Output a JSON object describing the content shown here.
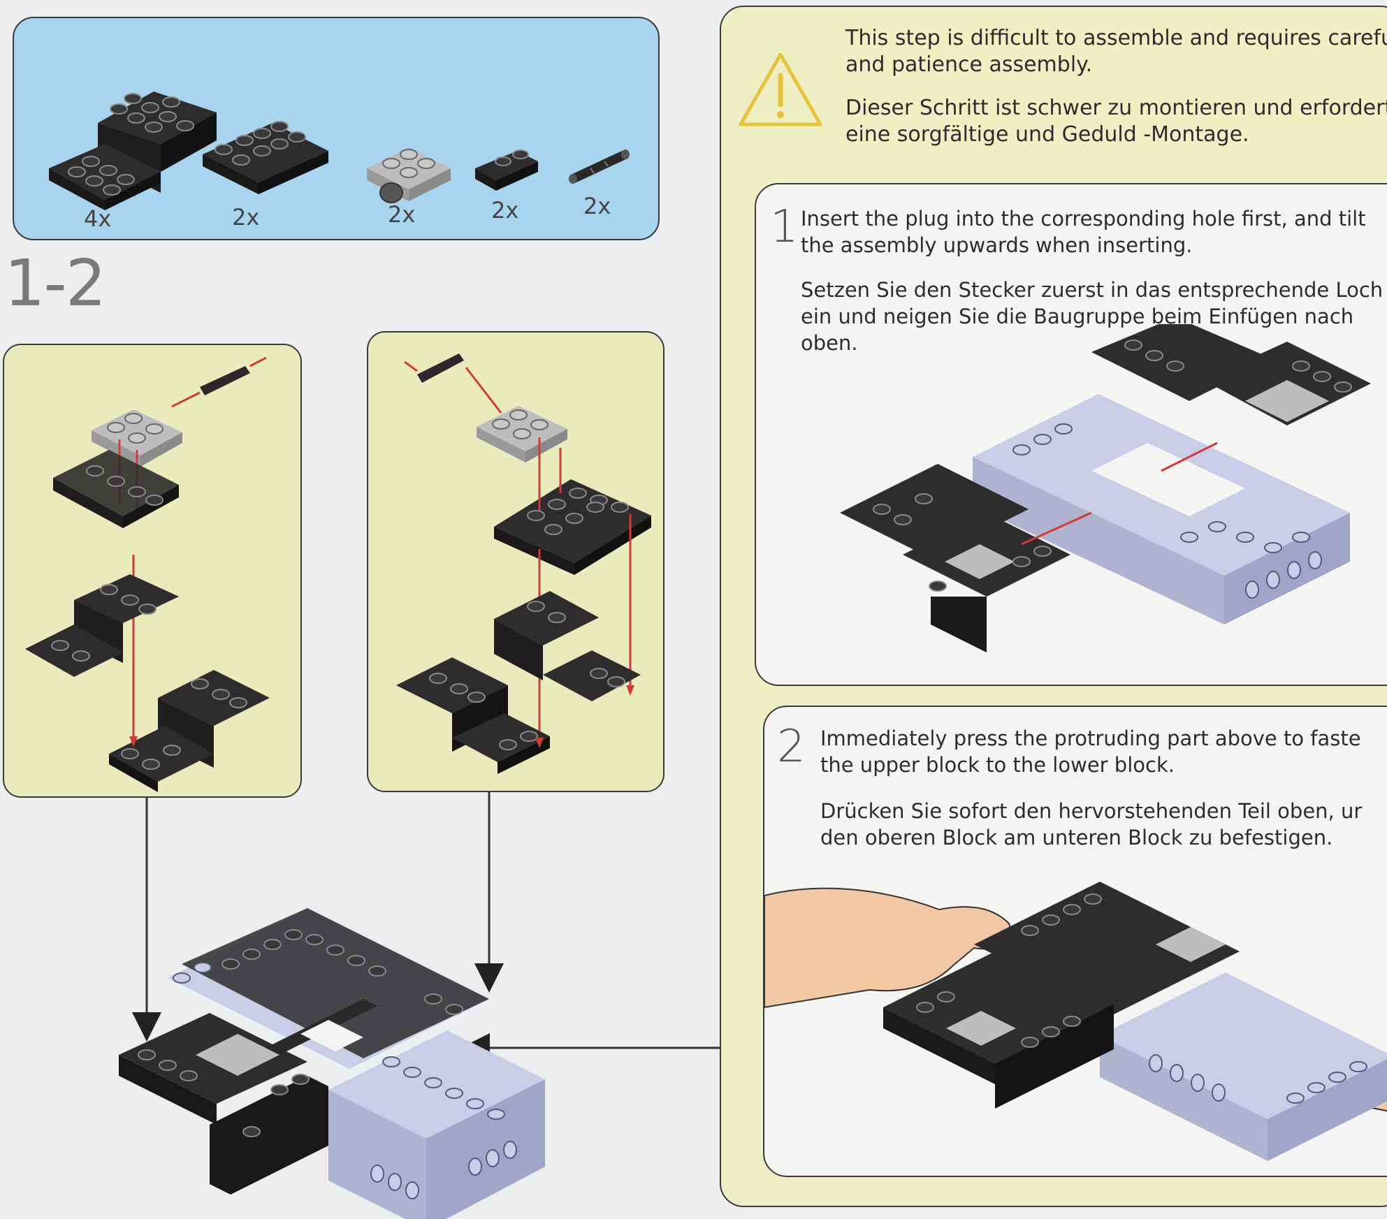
{
  "parts": [
    {
      "name": "black-bracket",
      "qty": "4x"
    },
    {
      "name": "black-plate-2x4",
      "qty": "2x"
    },
    {
      "name": "gray-plate-with-hole",
      "qty": "2x"
    },
    {
      "name": "black-plate-1x2",
      "qty": "2x"
    },
    {
      "name": "black-connector-pin",
      "qty": "2x"
    }
  ],
  "step_number": "1-2",
  "warning": {
    "en": [
      "This step is difficult to assemble and requires carefu",
      "and patience assembly."
    ],
    "de": [
      "Dieser Schritt ist schwer zu montieren und erfordert",
      "eine sorgfältige und Geduld -Montage."
    ],
    "icon": "warning-triangle-icon",
    "color": "#e8c23a"
  },
  "instructions": [
    {
      "number": "1",
      "en": [
        "Insert the plug into the corresponding hole first, and tilt",
        "the assembly upwards when inserting."
      ],
      "de": [
        "Setzen Sie den Stecker zuerst in das entsprechende Loch",
        "ein und neigen Sie die Baugruppe beim Einfügen nach",
        "oben."
      ]
    },
    {
      "number": "2",
      "en": [
        "Immediately press the protruding part above to faste",
        "the upper block to the lower block."
      ],
      "de": [
        "Drücken Sie sofort den hervorstehenden Teil oben, ur",
        "den oberen Block am unteren Block zu befestigen."
      ]
    }
  ],
  "colors": {
    "parts_panel": "#a8d4ee",
    "sub_panel": "#e9ebbd",
    "right_panel": "#eef0c4",
    "arrow_red": "#d23a3a",
    "brick_black": "#2a2829",
    "brick_gray": "#b9b9b9",
    "brick_lightblue": "#c9cde6"
  }
}
